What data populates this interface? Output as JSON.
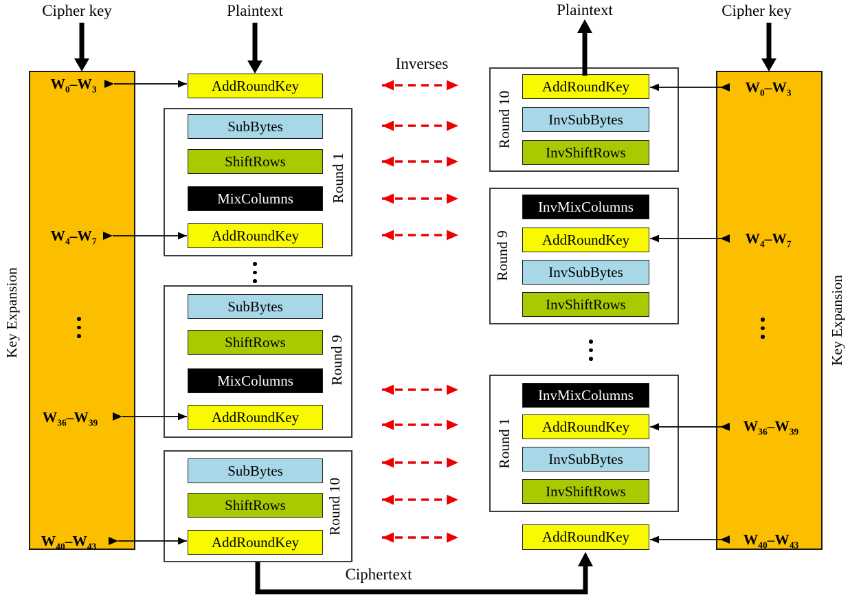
{
  "labels": {
    "cipher_key_left": "Cipher key",
    "plaintext_left": "Plaintext",
    "plaintext_right": "Plaintext",
    "cipher_key_right": "Cipher key",
    "inverses": "Inverses",
    "ciphertext": "Ciphertext"
  },
  "key_expansion": {
    "left_label": "Key Expansion",
    "right_label": "Key Expansion",
    "word_ranges": [
      {
        "pre": "W",
        "sub1": "0",
        "mid": "–W",
        "sub2": "3"
      },
      {
        "pre": "W",
        "sub1": "4",
        "mid": "–W",
        "sub2": "7"
      },
      {
        "pre": "W",
        "sub1": "36",
        "mid": "–W",
        "sub2": "39"
      },
      {
        "pre": "W",
        "sub1": "40",
        "mid": "–W",
        "sub2": "43"
      }
    ]
  },
  "encryption": {
    "initial_step": "AddRoundKey",
    "rounds": [
      {
        "name": "Round 1",
        "steps": [
          "SubBytes",
          "ShiftRows",
          "MixColumns",
          "AddRoundKey"
        ]
      },
      {
        "name": "Round 9",
        "steps": [
          "SubBytes",
          "ShiftRows",
          "MixColumns",
          "AddRoundKey"
        ]
      },
      {
        "name": "Round 10",
        "steps": [
          "SubBytes",
          "ShiftRows",
          "AddRoundKey"
        ]
      }
    ]
  },
  "decryption": {
    "rounds": [
      {
        "name": "Round 10",
        "steps": [
          "AddRoundKey",
          "InvSubBytes",
          "InvShiftRows"
        ]
      },
      {
        "name": "Round 9",
        "steps": [
          "InvMixColumns",
          "AddRoundKey",
          "InvSubBytes",
          "InvShiftRows"
        ]
      },
      {
        "name": "Round 1",
        "steps": [
          "InvMixColumns",
          "AddRoundKey",
          "InvSubBytes",
          "InvShiftRows"
        ]
      }
    ],
    "final_step": "AddRoundKey"
  },
  "colors": {
    "key_expansion_bar": "#fcbf00",
    "add_round_key_box": "#f9f900",
    "sub_bytes_box": "#a8d8e8",
    "shift_rows_box": "#a8ca00",
    "mix_columns_box": "#000000",
    "mix_columns_text": "#ffffff",
    "inverses_arrow": "#ee0000",
    "line_color": "#000000"
  }
}
